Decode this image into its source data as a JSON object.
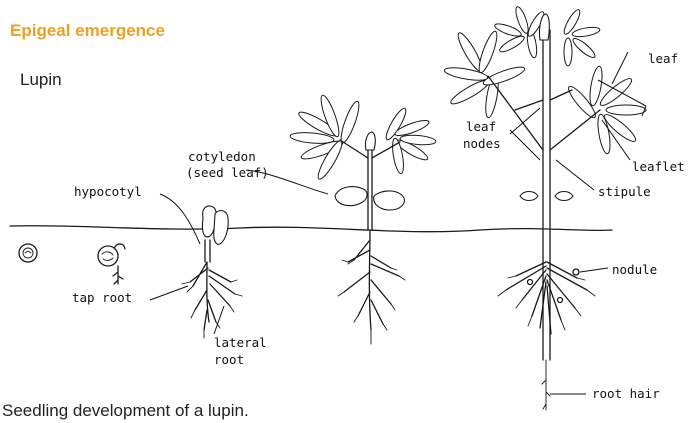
{
  "heading": "Epigeal emergence",
  "plant_name": "Lupin",
  "caption": "Seedling development of a lupin.",
  "labels": {
    "cotyledon_line1": "cotyledon",
    "cotyledon_line2": "(seed leaf)",
    "hypocotyl": "hypocotyl",
    "tap_root": "tap root",
    "lateral_root_line1": "lateral",
    "lateral_root_line2": "root",
    "leaf_nodes_line1": "leaf",
    "leaf_nodes_line2": "nodes",
    "leaf": "leaf",
    "leaflet": "leaflet",
    "stipule": "stipule",
    "nodule": "nodule",
    "root_hair": "root hair"
  },
  "colors": {
    "heading": "#f0a01e",
    "text": "#222222",
    "ink": "#1a1a1a"
  }
}
